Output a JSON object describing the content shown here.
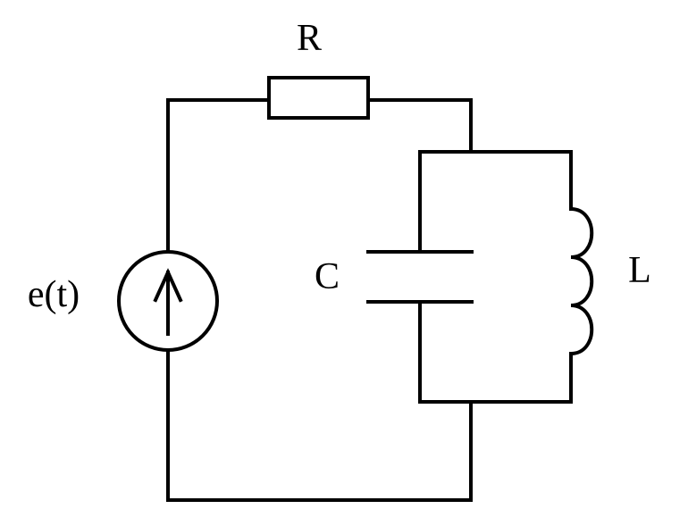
{
  "colors": {
    "stroke": "#000000",
    "background": "#ffffff",
    "text": "#000000"
  },
  "labels": {
    "resistor": "R",
    "capacitor": "C",
    "inductor": "L",
    "source": "e(t)"
  },
  "icons": {
    "source_symbol": "current-source-arrow-up"
  }
}
